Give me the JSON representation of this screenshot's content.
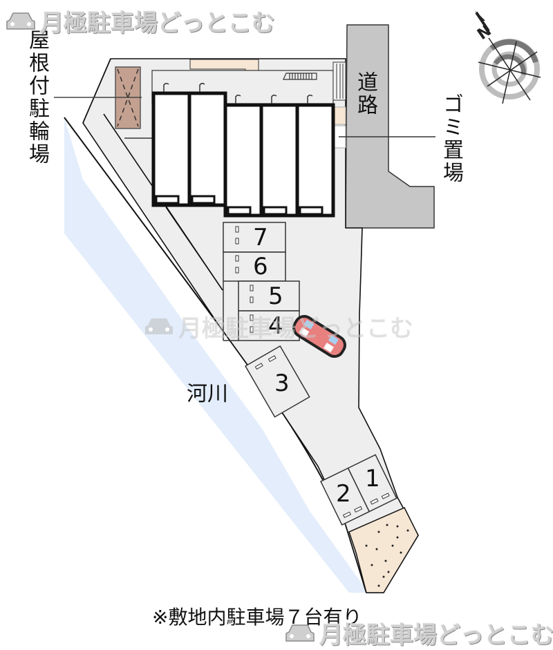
{
  "watermark": {
    "text": "月極駐車場どっとこむ",
    "icon": "car-icon"
  },
  "compass": {
    "label": "N",
    "icon": "compass-rose-icon"
  },
  "labels": {
    "covered_bicycle_parking": "屋根付駐輪場",
    "road": "道路",
    "garbage_area": "ゴミ置場",
    "river": "河川"
  },
  "parking_spaces": [
    {
      "number": "1"
    },
    {
      "number": "2"
    },
    {
      "number": "3"
    },
    {
      "number": "4"
    },
    {
      "number": "5"
    },
    {
      "number": "6"
    },
    {
      "number": "7"
    }
  ],
  "highlighted_space": "4",
  "footer_note": "※敷地内駐車場７台有り",
  "colors": {
    "river": "#e3edfb",
    "road": "#c6c6c6",
    "site": "#eeeeee",
    "building": "#ffffff",
    "bike_shelter": "#c4a090",
    "planting": "#f6e6d4",
    "car": "#e88080"
  }
}
